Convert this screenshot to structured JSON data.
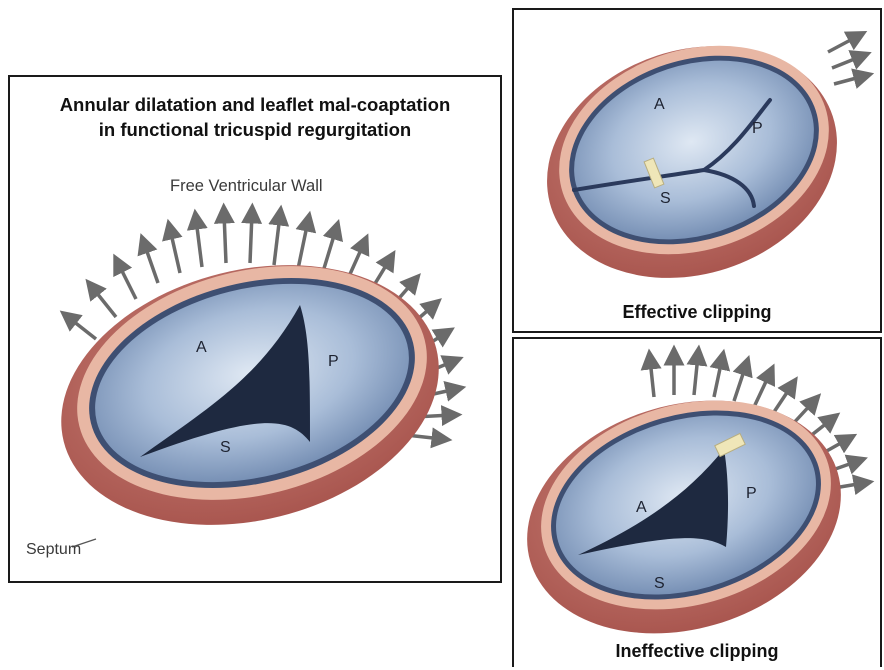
{
  "panels": {
    "main": {
      "title_line1": "Annular dilatation and leaflet mal-coaptation",
      "title_line2": "in functional tricuspid regurgitation",
      "free_wall_label": "Free Ventricular Wall",
      "septum_label": "Septum",
      "leaflets": {
        "anterior": "A",
        "posterior": "P",
        "septal": "S"
      }
    },
    "effective": {
      "caption": "Effective clipping",
      "leaflets": {
        "anterior": "A",
        "posterior": "P",
        "septal": "S"
      }
    },
    "ineffective": {
      "caption": "Ineffective clipping",
      "leaflets": {
        "anterior": "A",
        "posterior": "P",
        "septal": "S"
      }
    }
  },
  "colors": {
    "border": "#1a1a1a",
    "tissue_outer": "#b86a63",
    "tissue_ring": "#e9b9a6",
    "annulus": "#3e4f72",
    "leaflet_fill": "#8fa7c7",
    "orifice": "#1e2940",
    "arrow": "#6b6b6b",
    "clip": "#efe6b8"
  }
}
